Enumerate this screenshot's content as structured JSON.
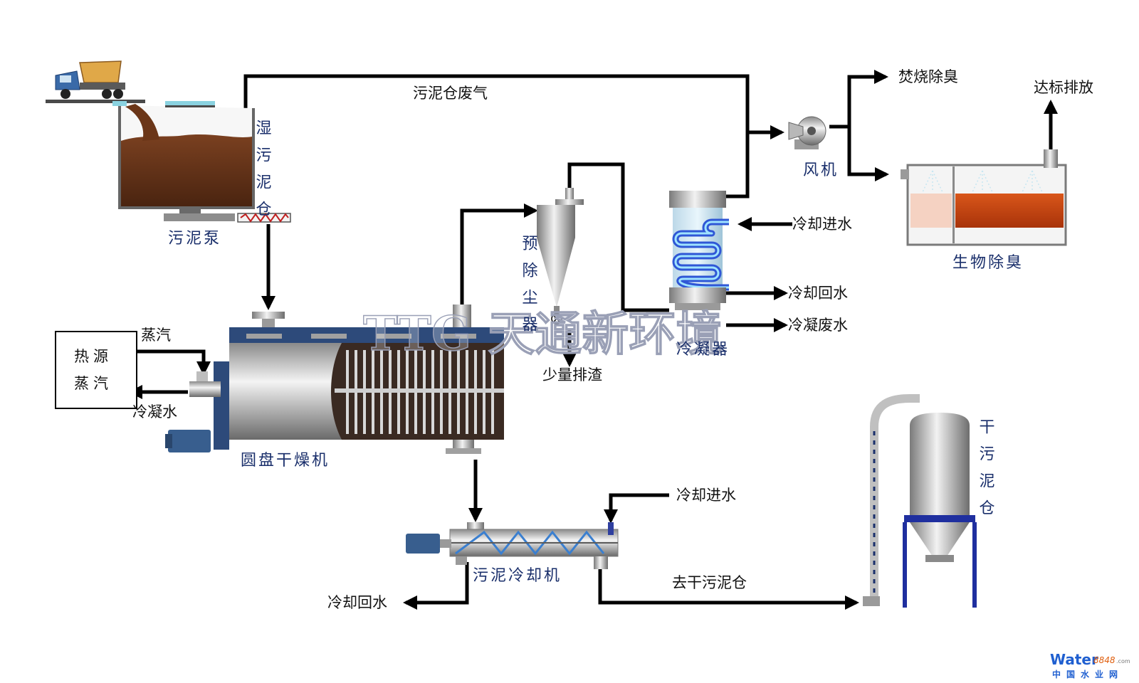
{
  "labels": {
    "wet_silo": "湿污泥仓",
    "sludge_pump": "污泥泵",
    "silo_exhaust": "污泥仓废气",
    "incinerate": "焚烧除臭",
    "discharge": "达标排放",
    "fan": "风机",
    "bio_deodor": "生物除臭",
    "cooling_in_top": "冷却进水",
    "cooling_back_top": "冷却回水",
    "cond_wastewater": "冷凝废水",
    "condenser": "冷凝器",
    "precleaner": "预除尘器",
    "slag": "少量排渣",
    "heat_source_l1": "热源",
    "heat_source_l2": "蒸汽",
    "steam": "蒸汽",
    "condensate": "冷凝水",
    "disc_dryer": "圆盘干燥机",
    "cooling_in_bottom": "冷却进水",
    "sludge_cooler": "污泥冷却机",
    "to_dry_silo": "去干污泥仓",
    "cooling_back_bottom": "冷却回水",
    "dry_silo": "干污泥仓",
    "watermark": "TTG 天通新环境",
    "logo_brand": "Water",
    "logo_num": "8848",
    "logo_suffix": ".com",
    "logo_cn": "中国水业网"
  },
  "colors": {
    "pipe": "#000000",
    "label_blue": "#1a2f6b",
    "sludge": "#5a2d16",
    "media_orange": "#c8420c",
    "coil_blue": "#2f57d6",
    "dryer_top": "#2d4a7a"
  }
}
